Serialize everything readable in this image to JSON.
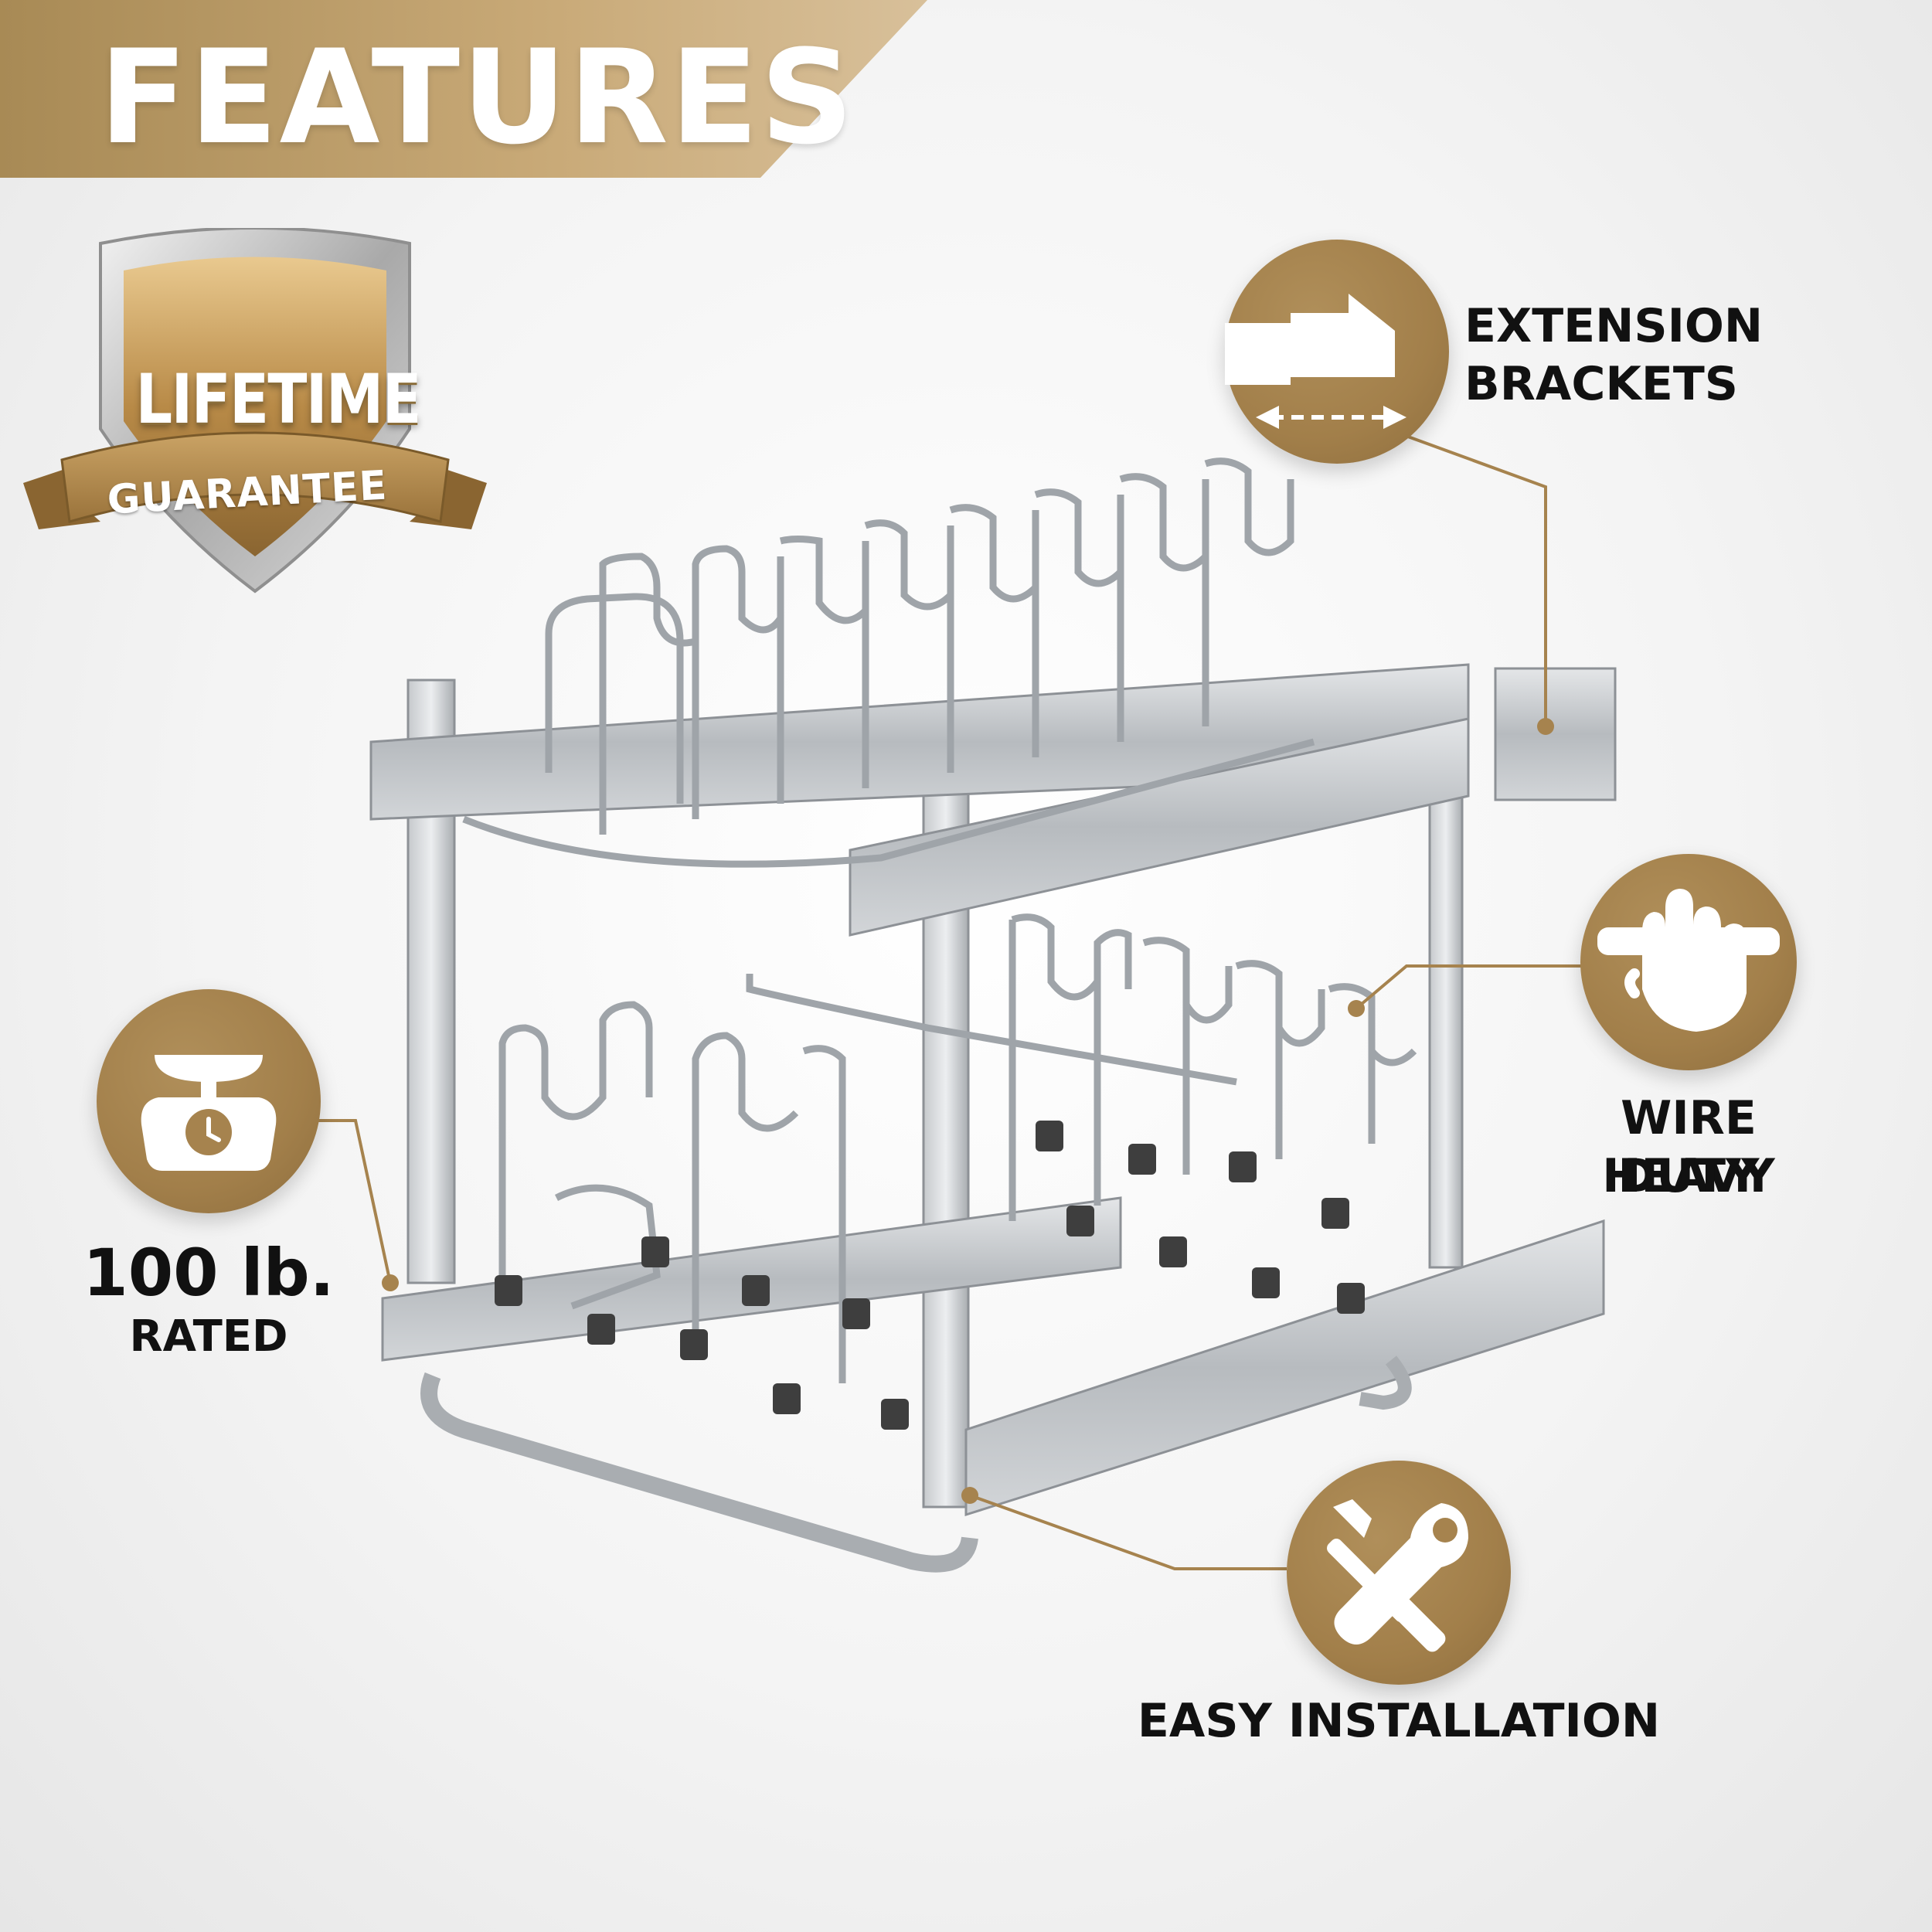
{
  "banner": {
    "title": "FEATURES"
  },
  "badge": {
    "line1": "LIFETIME",
    "line2": "GUARANTEE"
  },
  "features": {
    "extension": {
      "line1": "EXTENSION",
      "line2": "BRACKETS",
      "icon": "extension-bracket-icon"
    },
    "wire": {
      "line1": "WIRE HEAVY",
      "line2": "DUTY",
      "icon": "hand-on-bar-icon"
    },
    "rated": {
      "line1": "100 lb.",
      "line2": "RATED",
      "icon": "scale-icon"
    },
    "install": {
      "line1": "EASY INSTALLATION",
      "icon": "tools-icon"
    }
  },
  "colors": {
    "gold": "#a6834e",
    "text": "#111111",
    "banner_text": "#ffffff"
  }
}
